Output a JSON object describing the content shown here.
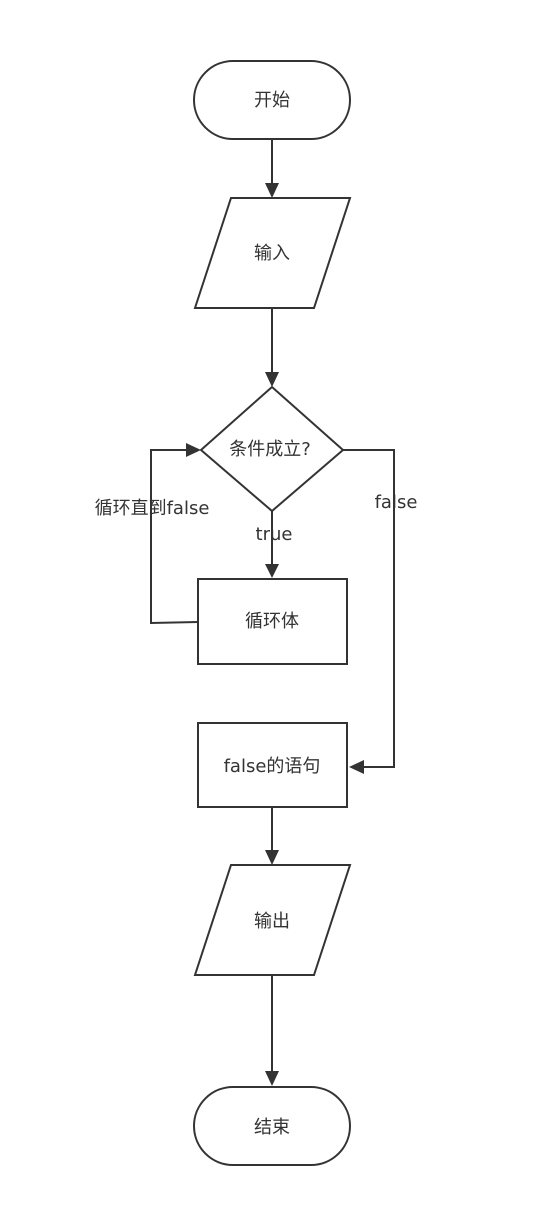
{
  "nodes": {
    "start": "开始",
    "input": "输入",
    "condition": "条件成立?",
    "loop_body": "循环体",
    "false_statement": "false的语句",
    "output": "输出",
    "end": "结束"
  },
  "edge_labels": {
    "true": "true",
    "false": "false",
    "loop_until_false": "循环直到false"
  },
  "colors": {
    "stroke": "#333333",
    "fill": "#ffffff",
    "background": "#ffffff"
  }
}
